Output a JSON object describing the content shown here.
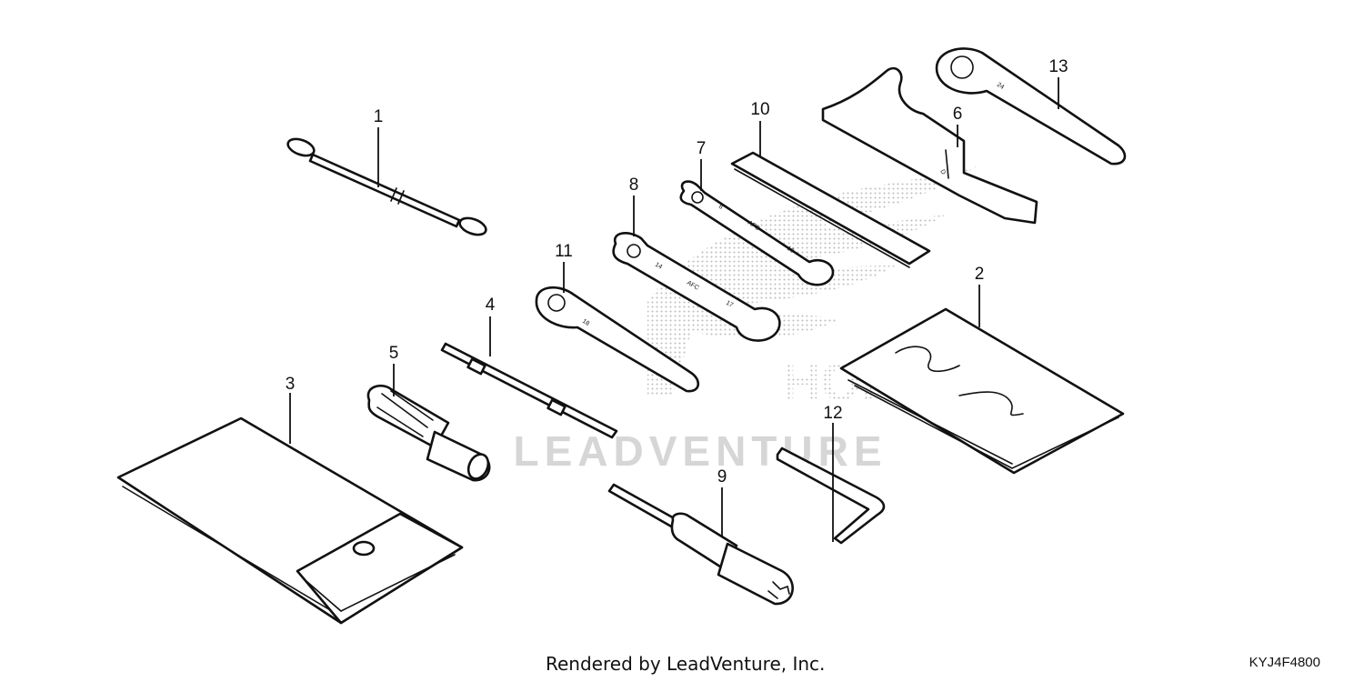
{
  "watermark": {
    "brand": "HONDA",
    "text": "LEADVENTURE",
    "color": "#cfcfcf"
  },
  "callouts": [
    {
      "id": "1",
      "label": "1"
    },
    {
      "id": "2",
      "label": "2"
    },
    {
      "id": "3",
      "label": "3"
    },
    {
      "id": "4",
      "label": "4"
    },
    {
      "id": "5",
      "label": "5"
    },
    {
      "id": "6",
      "label": "6"
    },
    {
      "id": "7",
      "label": "7"
    },
    {
      "id": "8",
      "label": "8"
    },
    {
      "id": "9",
      "label": "9"
    },
    {
      "id": "10",
      "label": "10"
    },
    {
      "id": "11",
      "label": "11"
    },
    {
      "id": "12",
      "label": "12"
    },
    {
      "id": "13",
      "label": "13"
    }
  ],
  "tool_markings": {
    "wrench7_a": "8",
    "wrench7_b": "AFC",
    "wrench7_c": "10",
    "wrench8_a": "14",
    "wrench8_b": "AFC",
    "wrench8_c": "17",
    "wrench11": "18",
    "wrench13": "24",
    "spanner6": "D"
  },
  "footer": {
    "credit": "Rendered by LeadVenture, Inc.",
    "code": "KYJ4F4800"
  }
}
